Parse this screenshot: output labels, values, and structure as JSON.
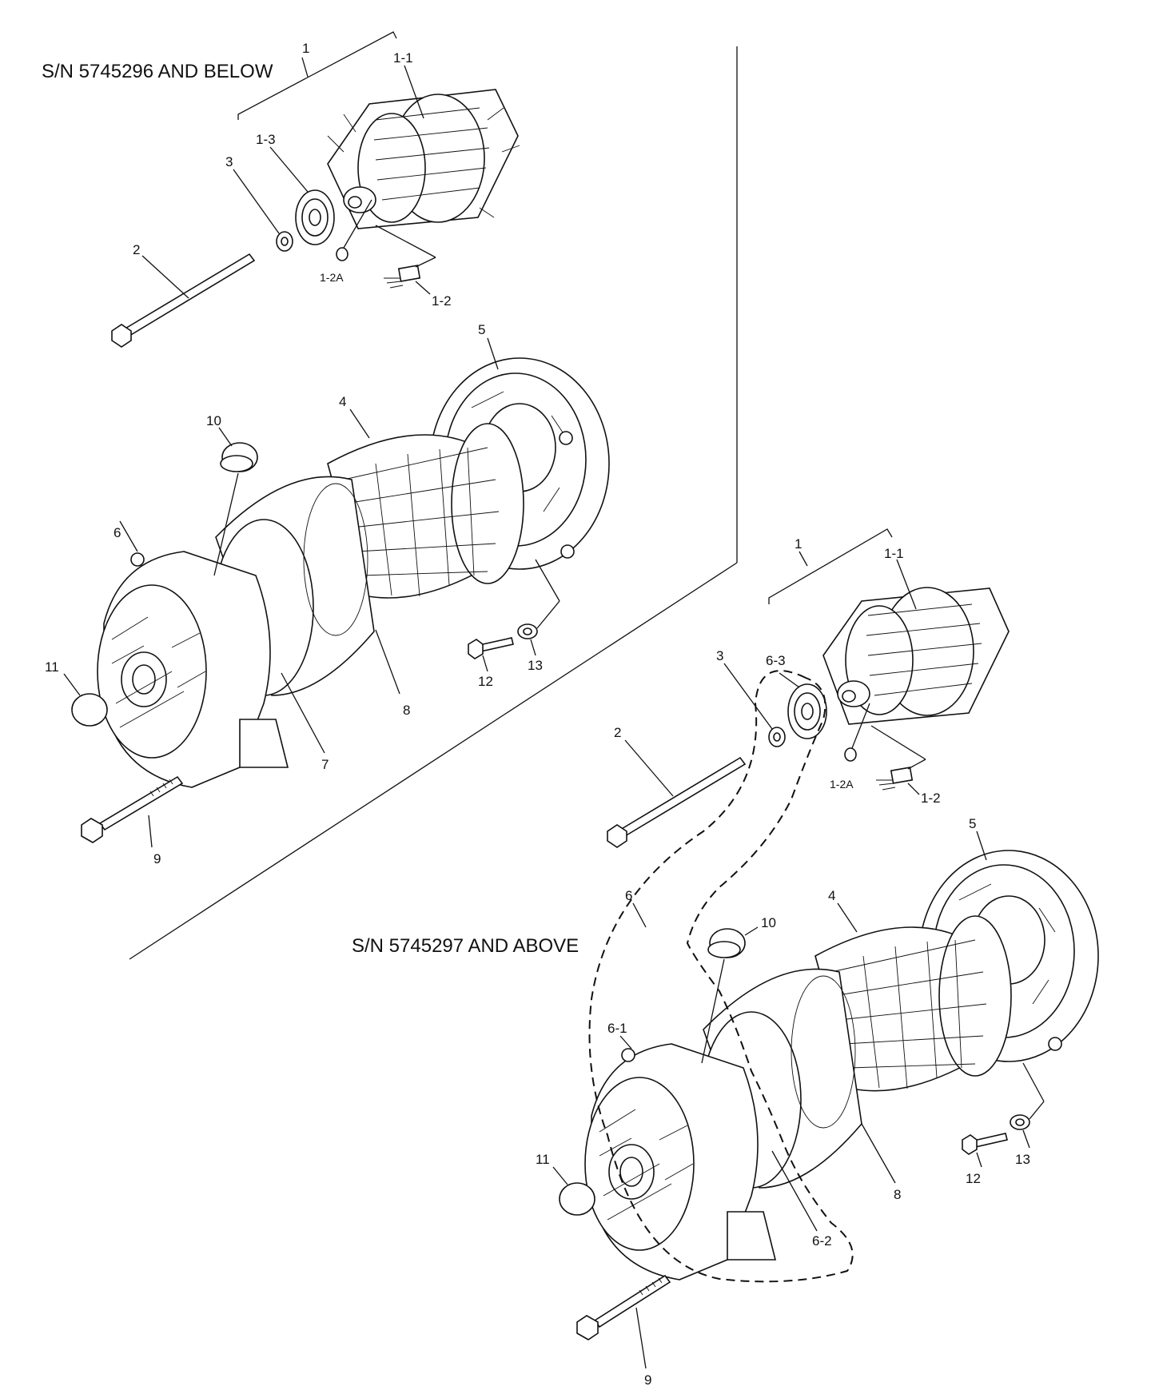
{
  "captions": {
    "upper": "S/N 5745296 AND BELOW",
    "lower": "S/N 5745297 AND ABOVE"
  },
  "upper_callouts": {
    "c1": "1",
    "c1_1": "1-1",
    "c1_3": "1-3",
    "c3": "3",
    "c2": "2",
    "c1_2A": "1-2A",
    "c1_2": "1-2",
    "c5": "5",
    "c4": "4",
    "c10": "10",
    "c6": "6",
    "c11": "11",
    "c12": "12",
    "c13": "13",
    "c8": "8",
    "c7": "7",
    "c9": "9"
  },
  "lower_callouts": {
    "c1": "1",
    "c1_1": "1-1",
    "c3": "3",
    "c6_3": "6-3",
    "c2": "2",
    "c1_2A": "1-2A",
    "c1_2": "1-2",
    "c5": "5",
    "c4": "4",
    "c6": "6",
    "c10": "10",
    "c6_1": "6-1",
    "c11": "11",
    "c12": "12",
    "c13": "13",
    "c8": "8",
    "c6_2": "6-2",
    "c9": "9"
  }
}
